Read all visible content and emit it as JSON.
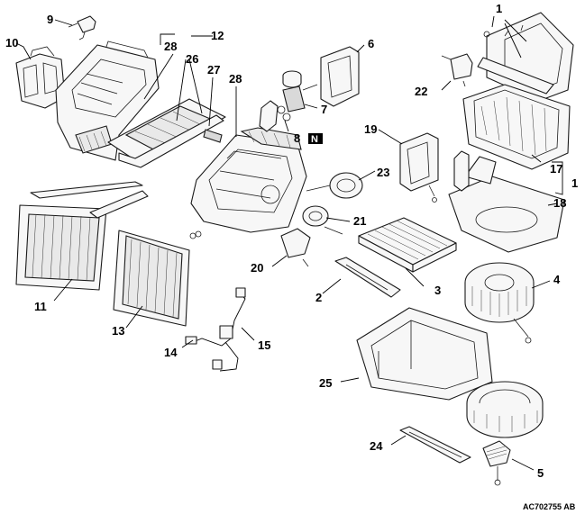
{
  "figure": {
    "reference_code": "AC702755 AB",
    "badge": "N"
  },
  "callouts": [
    {
      "id": "c1a",
      "text": "1"
    },
    {
      "id": "c1b",
      "text": "1"
    },
    {
      "id": "c2",
      "text": "2"
    },
    {
      "id": "c3",
      "text": "3"
    },
    {
      "id": "c4",
      "text": "4"
    },
    {
      "id": "c5",
      "text": "5"
    },
    {
      "id": "c6",
      "text": "6"
    },
    {
      "id": "c7",
      "text": "7"
    },
    {
      "id": "c8",
      "text": "8"
    },
    {
      "id": "c9",
      "text": "9"
    },
    {
      "id": "c10",
      "text": "10"
    },
    {
      "id": "c11",
      "text": "11"
    },
    {
      "id": "c12",
      "text": "12"
    },
    {
      "id": "c13",
      "text": "13"
    },
    {
      "id": "c14",
      "text": "14"
    },
    {
      "id": "c15",
      "text": "15"
    },
    {
      "id": "c17",
      "text": "17"
    },
    {
      "id": "c18",
      "text": "18"
    },
    {
      "id": "c19",
      "text": "19"
    },
    {
      "id": "c20",
      "text": "20"
    },
    {
      "id": "c21",
      "text": "21"
    },
    {
      "id": "c22",
      "text": "22"
    },
    {
      "id": "c23",
      "text": "23"
    },
    {
      "id": "c24",
      "text": "24"
    },
    {
      "id": "c25",
      "text": "25"
    },
    {
      "id": "c26",
      "text": "26"
    },
    {
      "id": "c27",
      "text": "27"
    },
    {
      "id": "c28a",
      "text": "28"
    },
    {
      "id": "c28b",
      "text": "28"
    }
  ]
}
